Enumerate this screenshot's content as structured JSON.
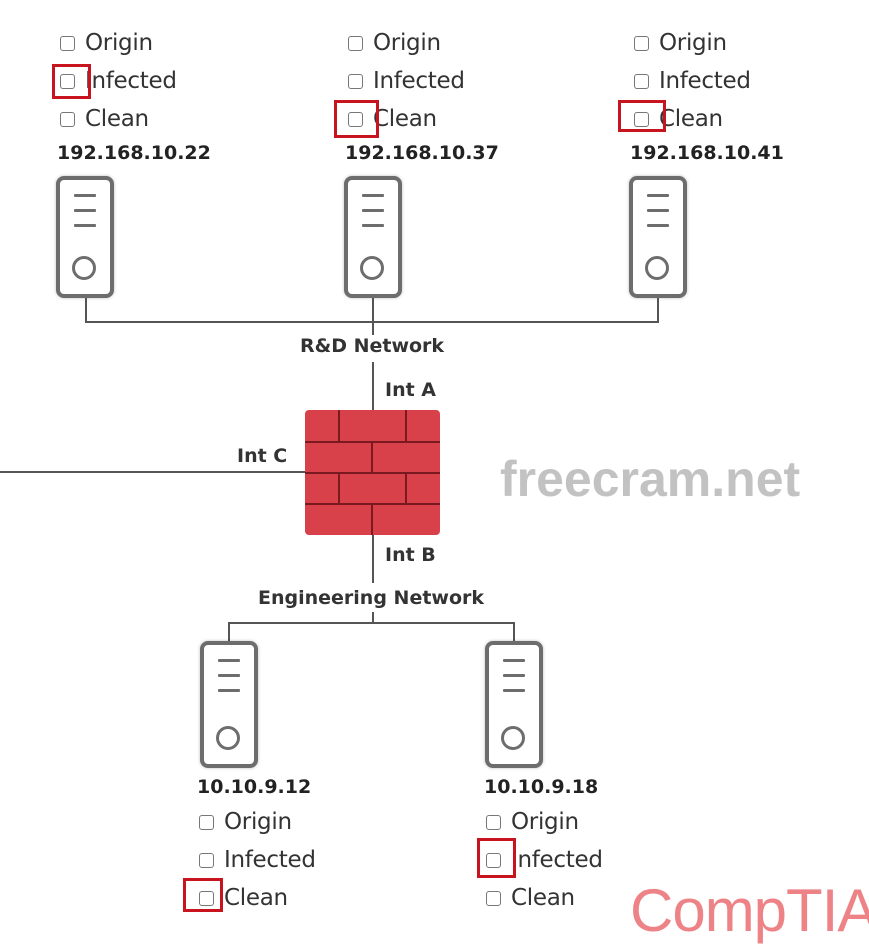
{
  "networks": {
    "rd": "R&D Network",
    "engineering": "Engineering Network"
  },
  "firewall": {
    "int_a": "Int A",
    "int_b": "Int B",
    "int_c": "Int C",
    "color": "#d9414a"
  },
  "options": [
    "Origin",
    "Infected",
    "Clean"
  ],
  "hosts": [
    {
      "ip": "192.168.10.22",
      "highlighted": "Infected"
    },
    {
      "ip": "192.168.10.37",
      "highlighted": "Clean"
    },
    {
      "ip": "192.168.10.41",
      "highlighted": "Clean"
    },
    {
      "ip": "10.10.9.12",
      "highlighted": "Clean"
    },
    {
      "ip": "10.10.9.18",
      "highlighted": "Infected"
    }
  ],
  "watermarks": {
    "site": "freecram.net",
    "brand": "CompTIA"
  },
  "highlight_color": "#c8141e"
}
